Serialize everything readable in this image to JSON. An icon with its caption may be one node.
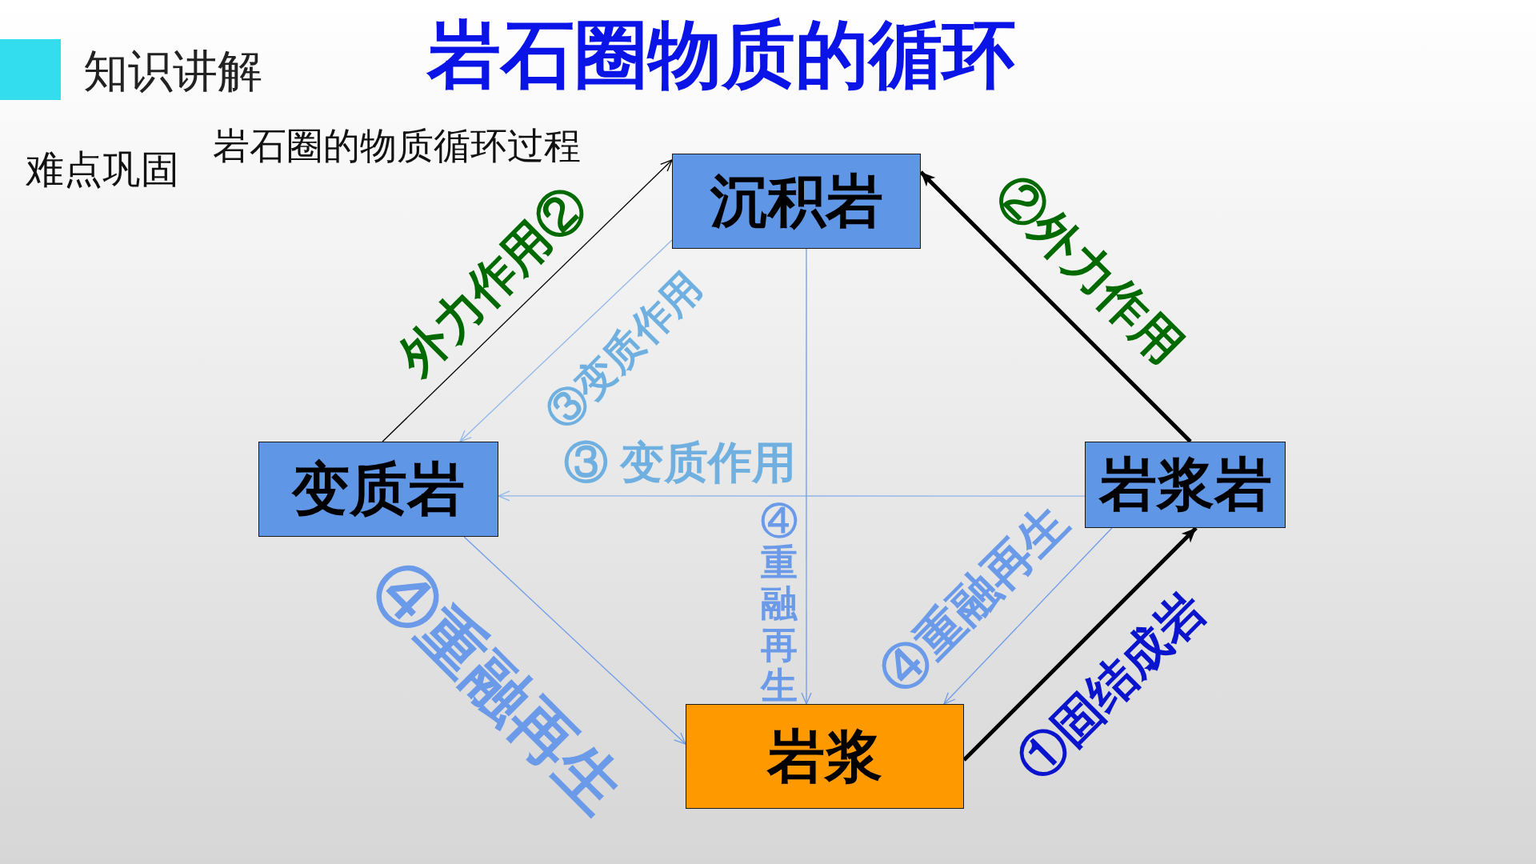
{
  "diagram": {
    "title": "岩石圈物质的循环",
    "nodes": [
      {
        "text": [
          "沉积岩"
        ]
      },
      {
        "text": [
          "变质岩"
        ]
      },
      {
        "text": [
          "岩浆岩"
        ]
      },
      {
        "text": [
          "岩浆"
        ]
      }
    ],
    "edges": [
      {
        "from": 3,
        "to": 2,
        "arrow": "to",
        "label": "①固结成岩",
        "style": "thick",
        "color": "#000000"
      },
      {
        "from": 2,
        "to": 0,
        "arrow": "to",
        "label": "②外力作用",
        "style": "thick",
        "color": "#000000"
      },
      {
        "from": 1,
        "to": 0,
        "arrow": "to",
        "label": "外力作用②",
        "color": "#000000"
      },
      {
        "from": 0,
        "to": 1,
        "arrow": "to",
        "label": "③变质作用",
        "color": "#8fb6ea"
      },
      {
        "from": 2,
        "to": 1,
        "arrow": "to",
        "label": "③ 变质作用",
        "color": "#8fb6ea"
      },
      {
        "from": 0,
        "to": 3,
        "arrow": "to",
        "label": "④重融再生",
        "color": "#6f9ce8"
      },
      {
        "from": 1,
        "to": 3,
        "arrow": "to",
        "label": "④重融再生",
        "color": "#6f9ce8"
      },
      {
        "from": 2,
        "to": 3,
        "arrow": "to",
        "label": "④重融再生",
        "color": "#6f9ce8"
      }
    ],
    "labels": [
      "知识讲解",
      "难点巩固",
      "岩石圈的物质循环过程"
    ]
  }
}
